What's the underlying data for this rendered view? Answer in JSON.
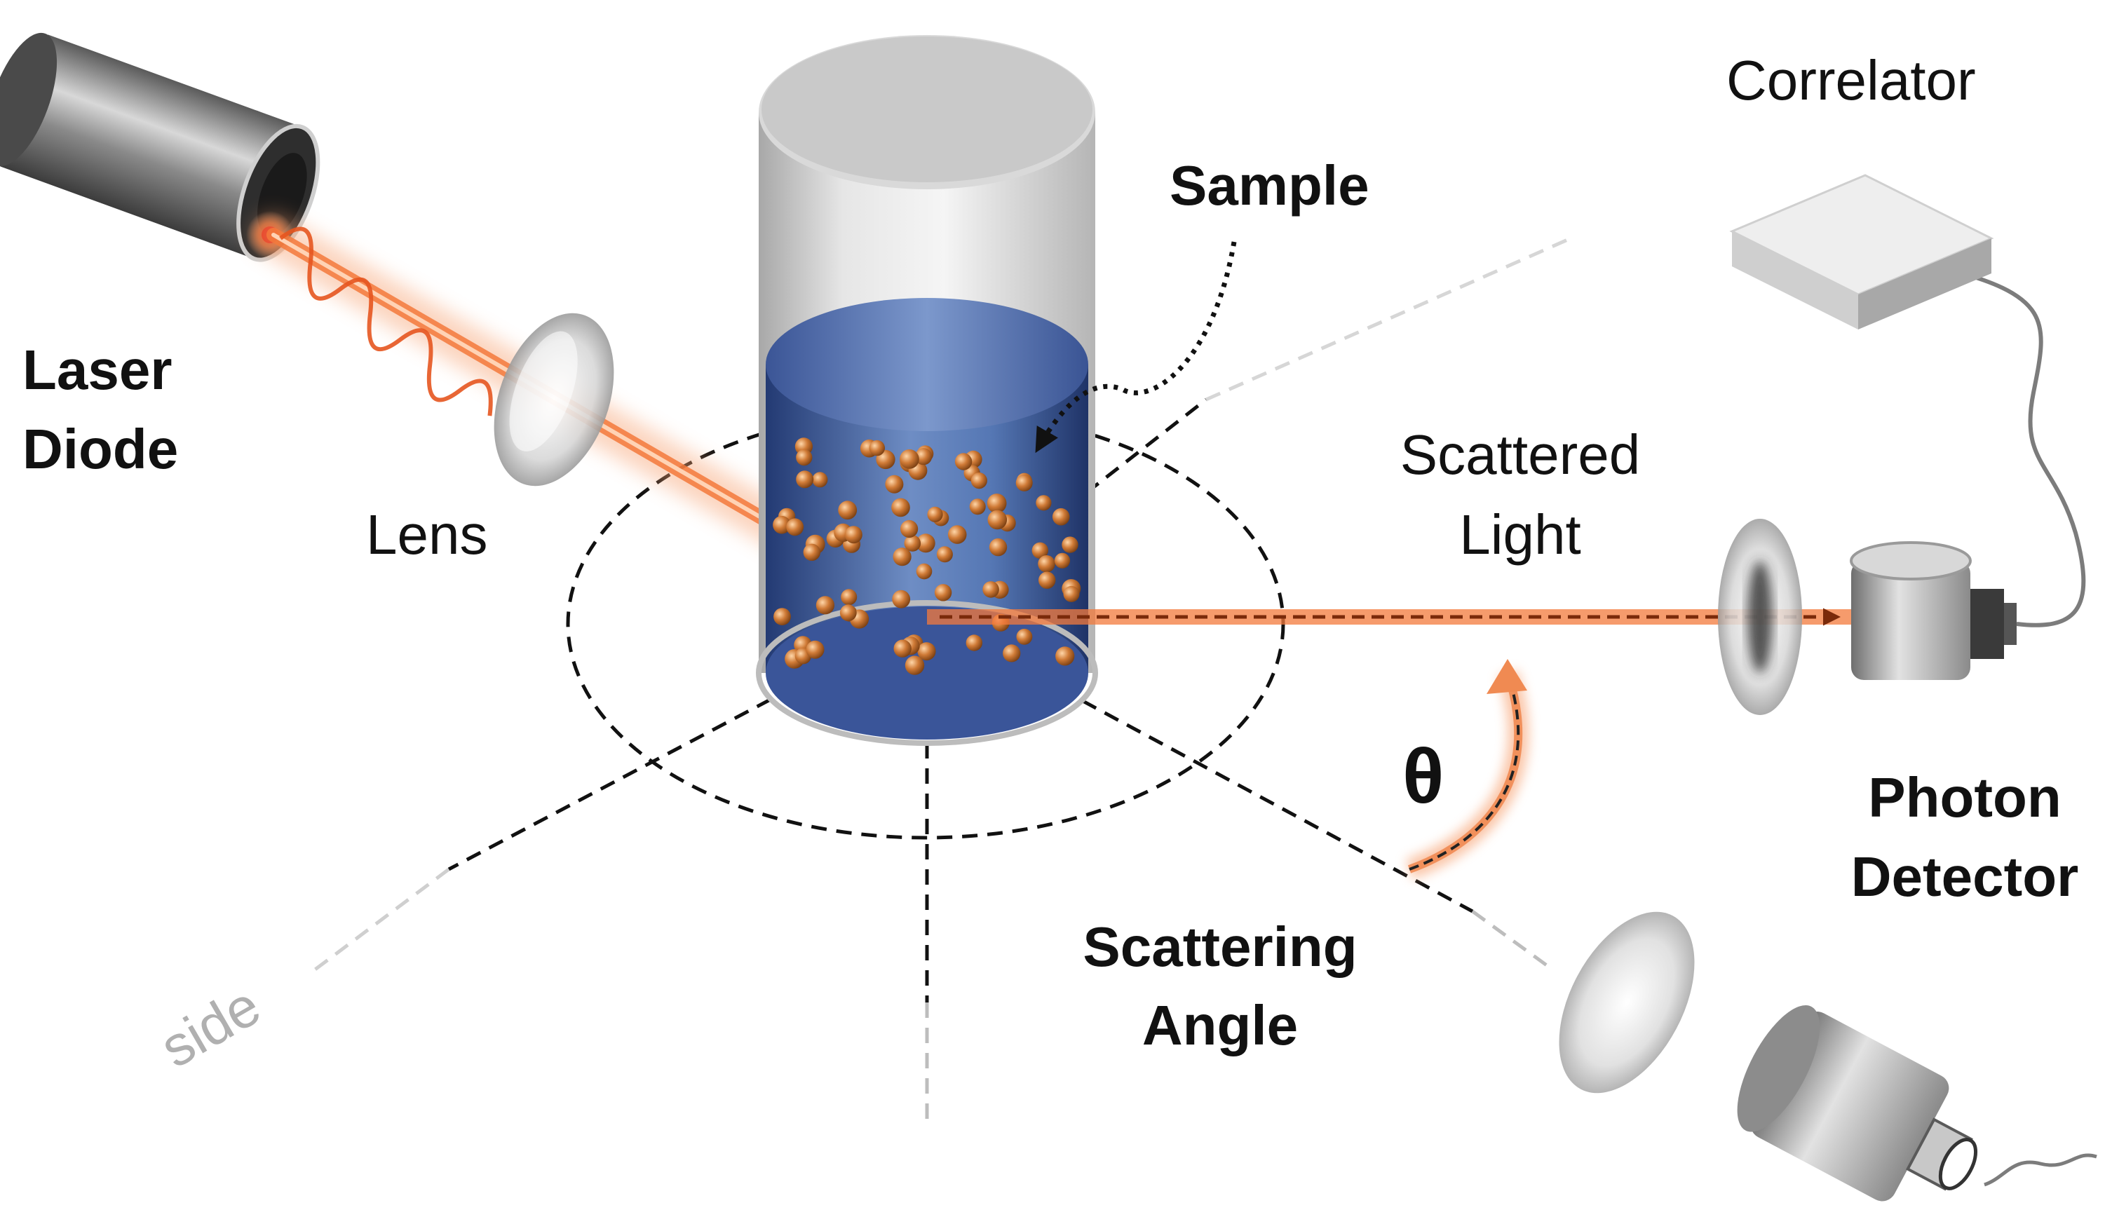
{
  "labels": {
    "laser_line1": "Laser",
    "laser_line2": "Diode",
    "lens": "Lens",
    "sample": "Sample",
    "correlator": "Correlator",
    "scattered_line1": "Scattered",
    "scattered_line2": "Light",
    "theta": "θ",
    "photon_line1": "Photon",
    "photon_line2": "Detector",
    "angle_line1": "Scattering",
    "angle_line2": "Angle",
    "side": "side"
  },
  "colors": {
    "beam": "#f47a3c",
    "liquid": "#4a6aa8",
    "particle": "#c8702e",
    "metal": "#9a9a9a"
  }
}
